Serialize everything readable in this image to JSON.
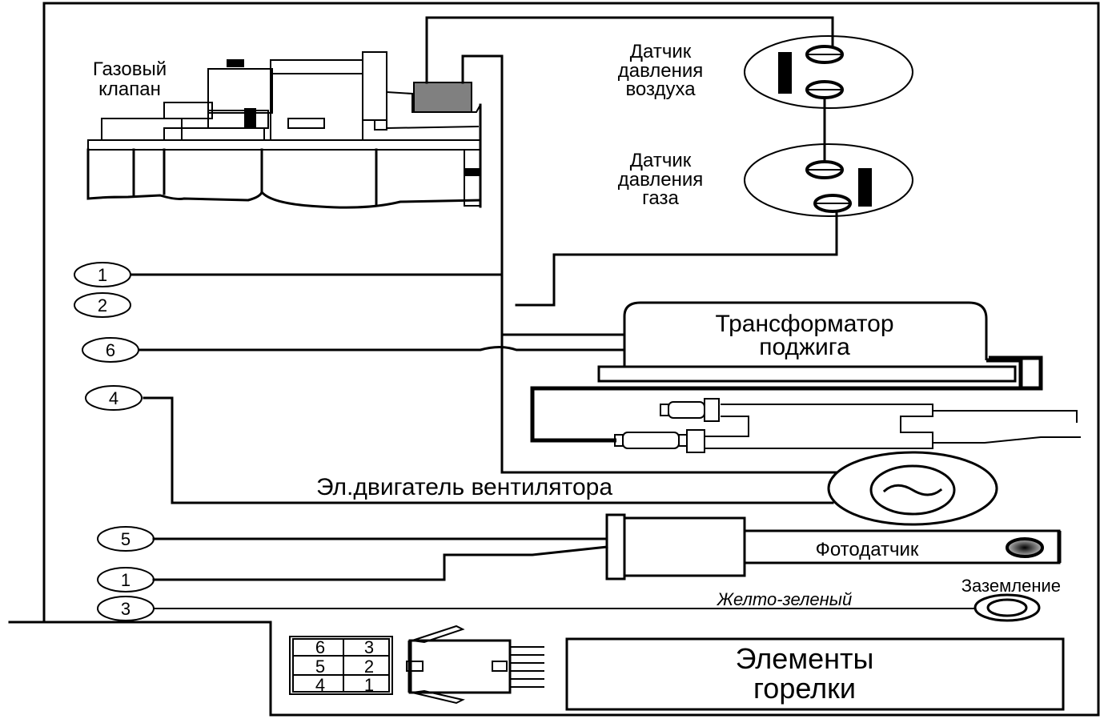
{
  "title": "Схема подключения горелки",
  "colors": {
    "line": "#000000",
    "background": "#ffffff",
    "solenoid_fill": "#808080",
    "photo_lens": "#333333"
  },
  "gas_valve": {
    "label_line1": "Газовый",
    "label_line2": "клапан"
  },
  "air_pressure_sensor": {
    "line1": "Датчик",
    "line2": "давления",
    "line3": "воздуха"
  },
  "gas_pressure_sensor": {
    "line1": "Датчик",
    "line2": "давления",
    "line3": "газа"
  },
  "transformer": {
    "line1": "Трансформатор",
    "line2": "поджига"
  },
  "fan_motor": {
    "label": "Эл.двигатель вентилятора",
    "symbol": "~"
  },
  "photo_sensor": {
    "label": "Фотодатчик"
  },
  "ground": {
    "label": "Заземление",
    "wire_color": "Желто-зеленый"
  },
  "terminals": [
    {
      "num": "1",
      "role": "valve"
    },
    {
      "num": "2",
      "role": "pressure-sensors"
    },
    {
      "num": "6",
      "role": "transformer"
    },
    {
      "num": "4",
      "role": "fan"
    },
    {
      "num": "5",
      "role": "photo"
    },
    {
      "num": "1",
      "role": "photo"
    },
    {
      "num": "3",
      "role": "ground"
    }
  ],
  "connector": {
    "pins": [
      [
        "6",
        "3"
      ],
      [
        "5",
        "2"
      ],
      [
        "4",
        "1"
      ]
    ]
  },
  "burner_box": {
    "line1": "Элементы",
    "line2": "горелки"
  }
}
